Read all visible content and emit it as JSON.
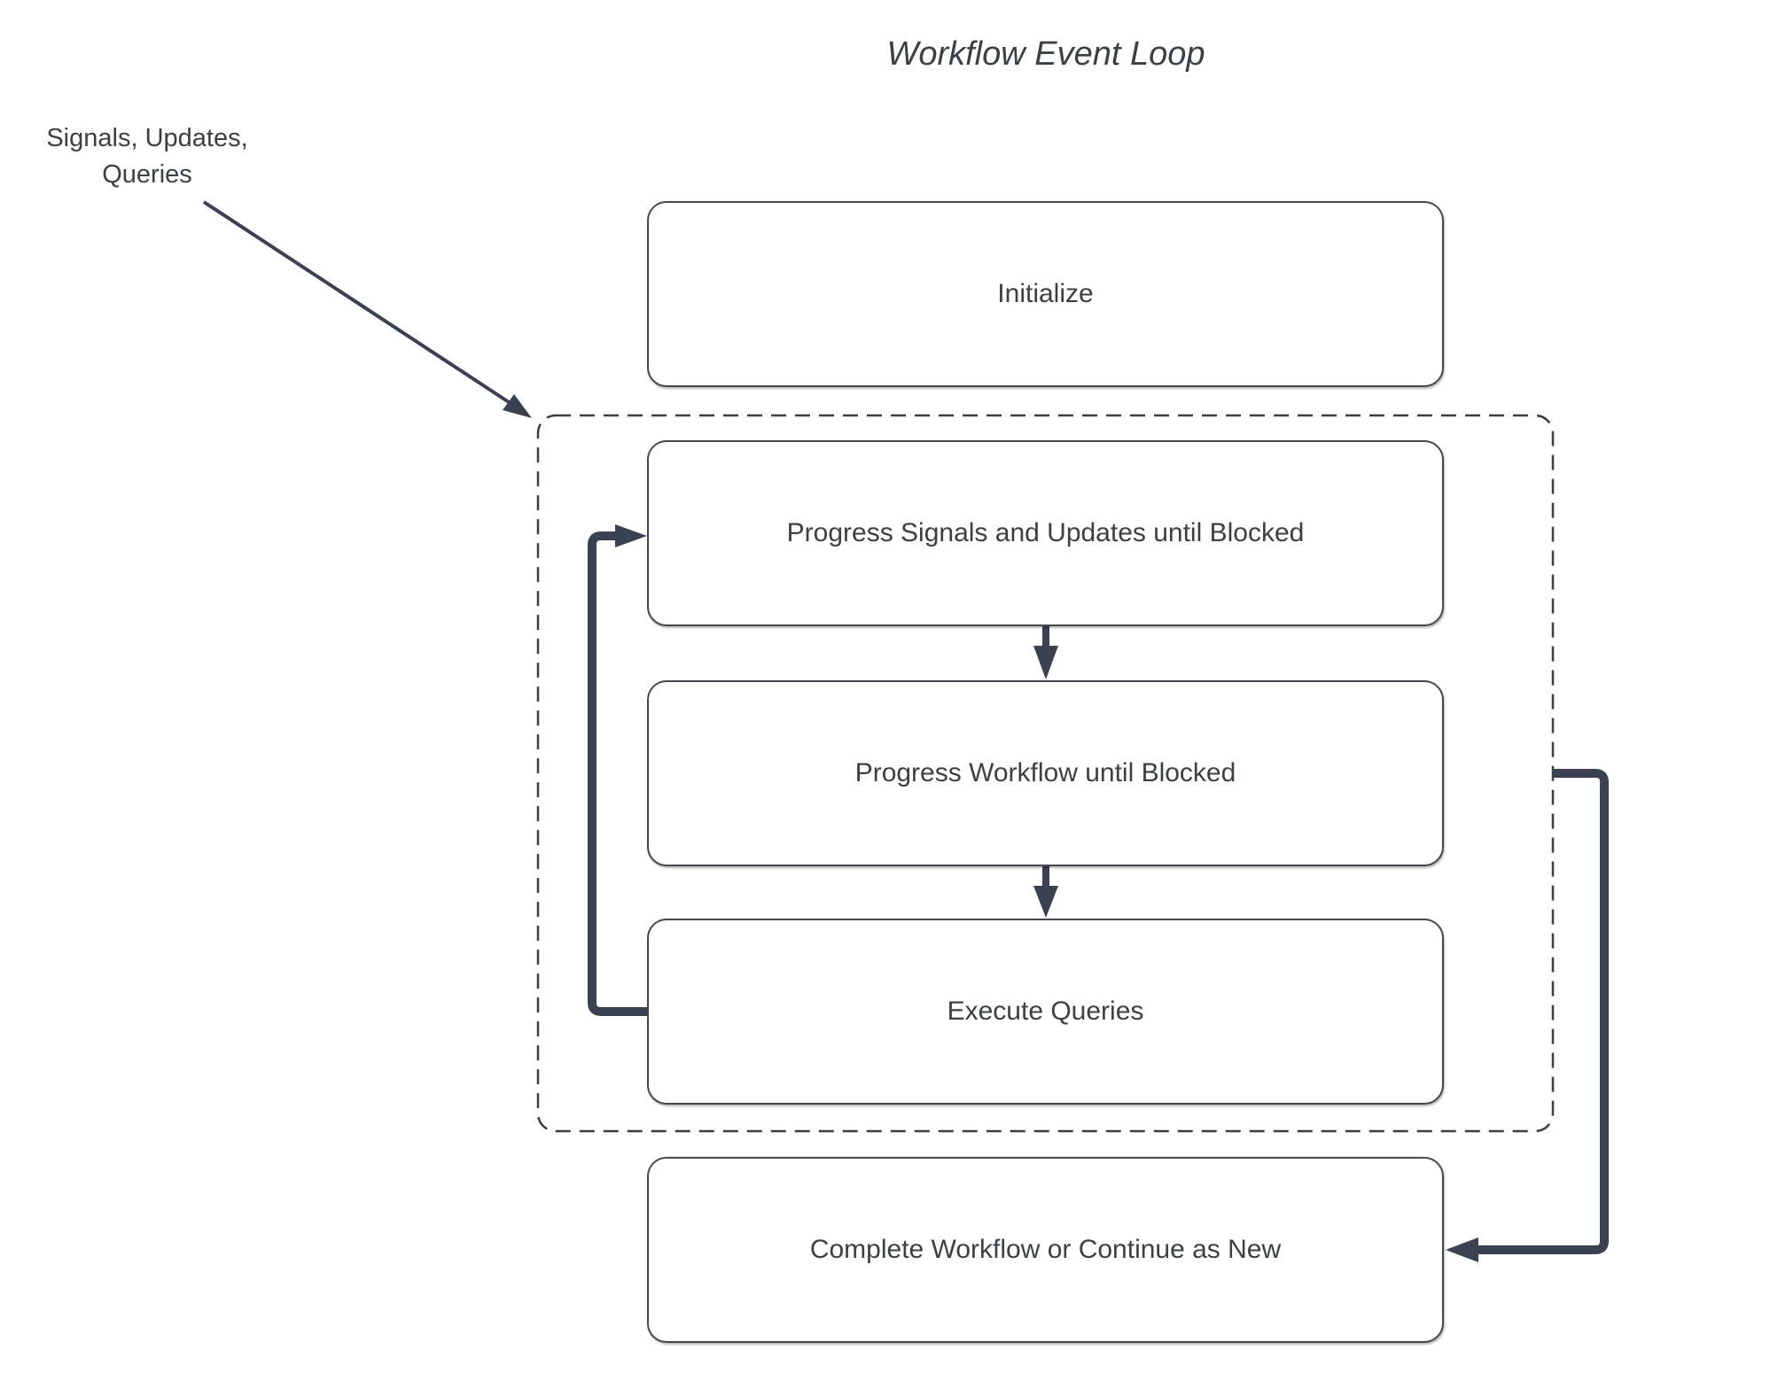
{
  "diagram": {
    "title": "Workflow Event Loop",
    "annotation": "Signals, Updates,\nQueries",
    "nodes": {
      "initialize": "Initialize",
      "progress_signals": "Progress Signals and Updates until Blocked",
      "progress_workflow": "Progress Workflow until Blocked",
      "execute_queries": "Execute Queries",
      "complete_workflow": "Complete Workflow or Continue as New"
    }
  },
  "colors": {
    "text": "#3c4043",
    "node_border": "#45484d",
    "connector": "#3a4150",
    "dashed_border": "#3d3e40",
    "background": "#ffffff"
  }
}
